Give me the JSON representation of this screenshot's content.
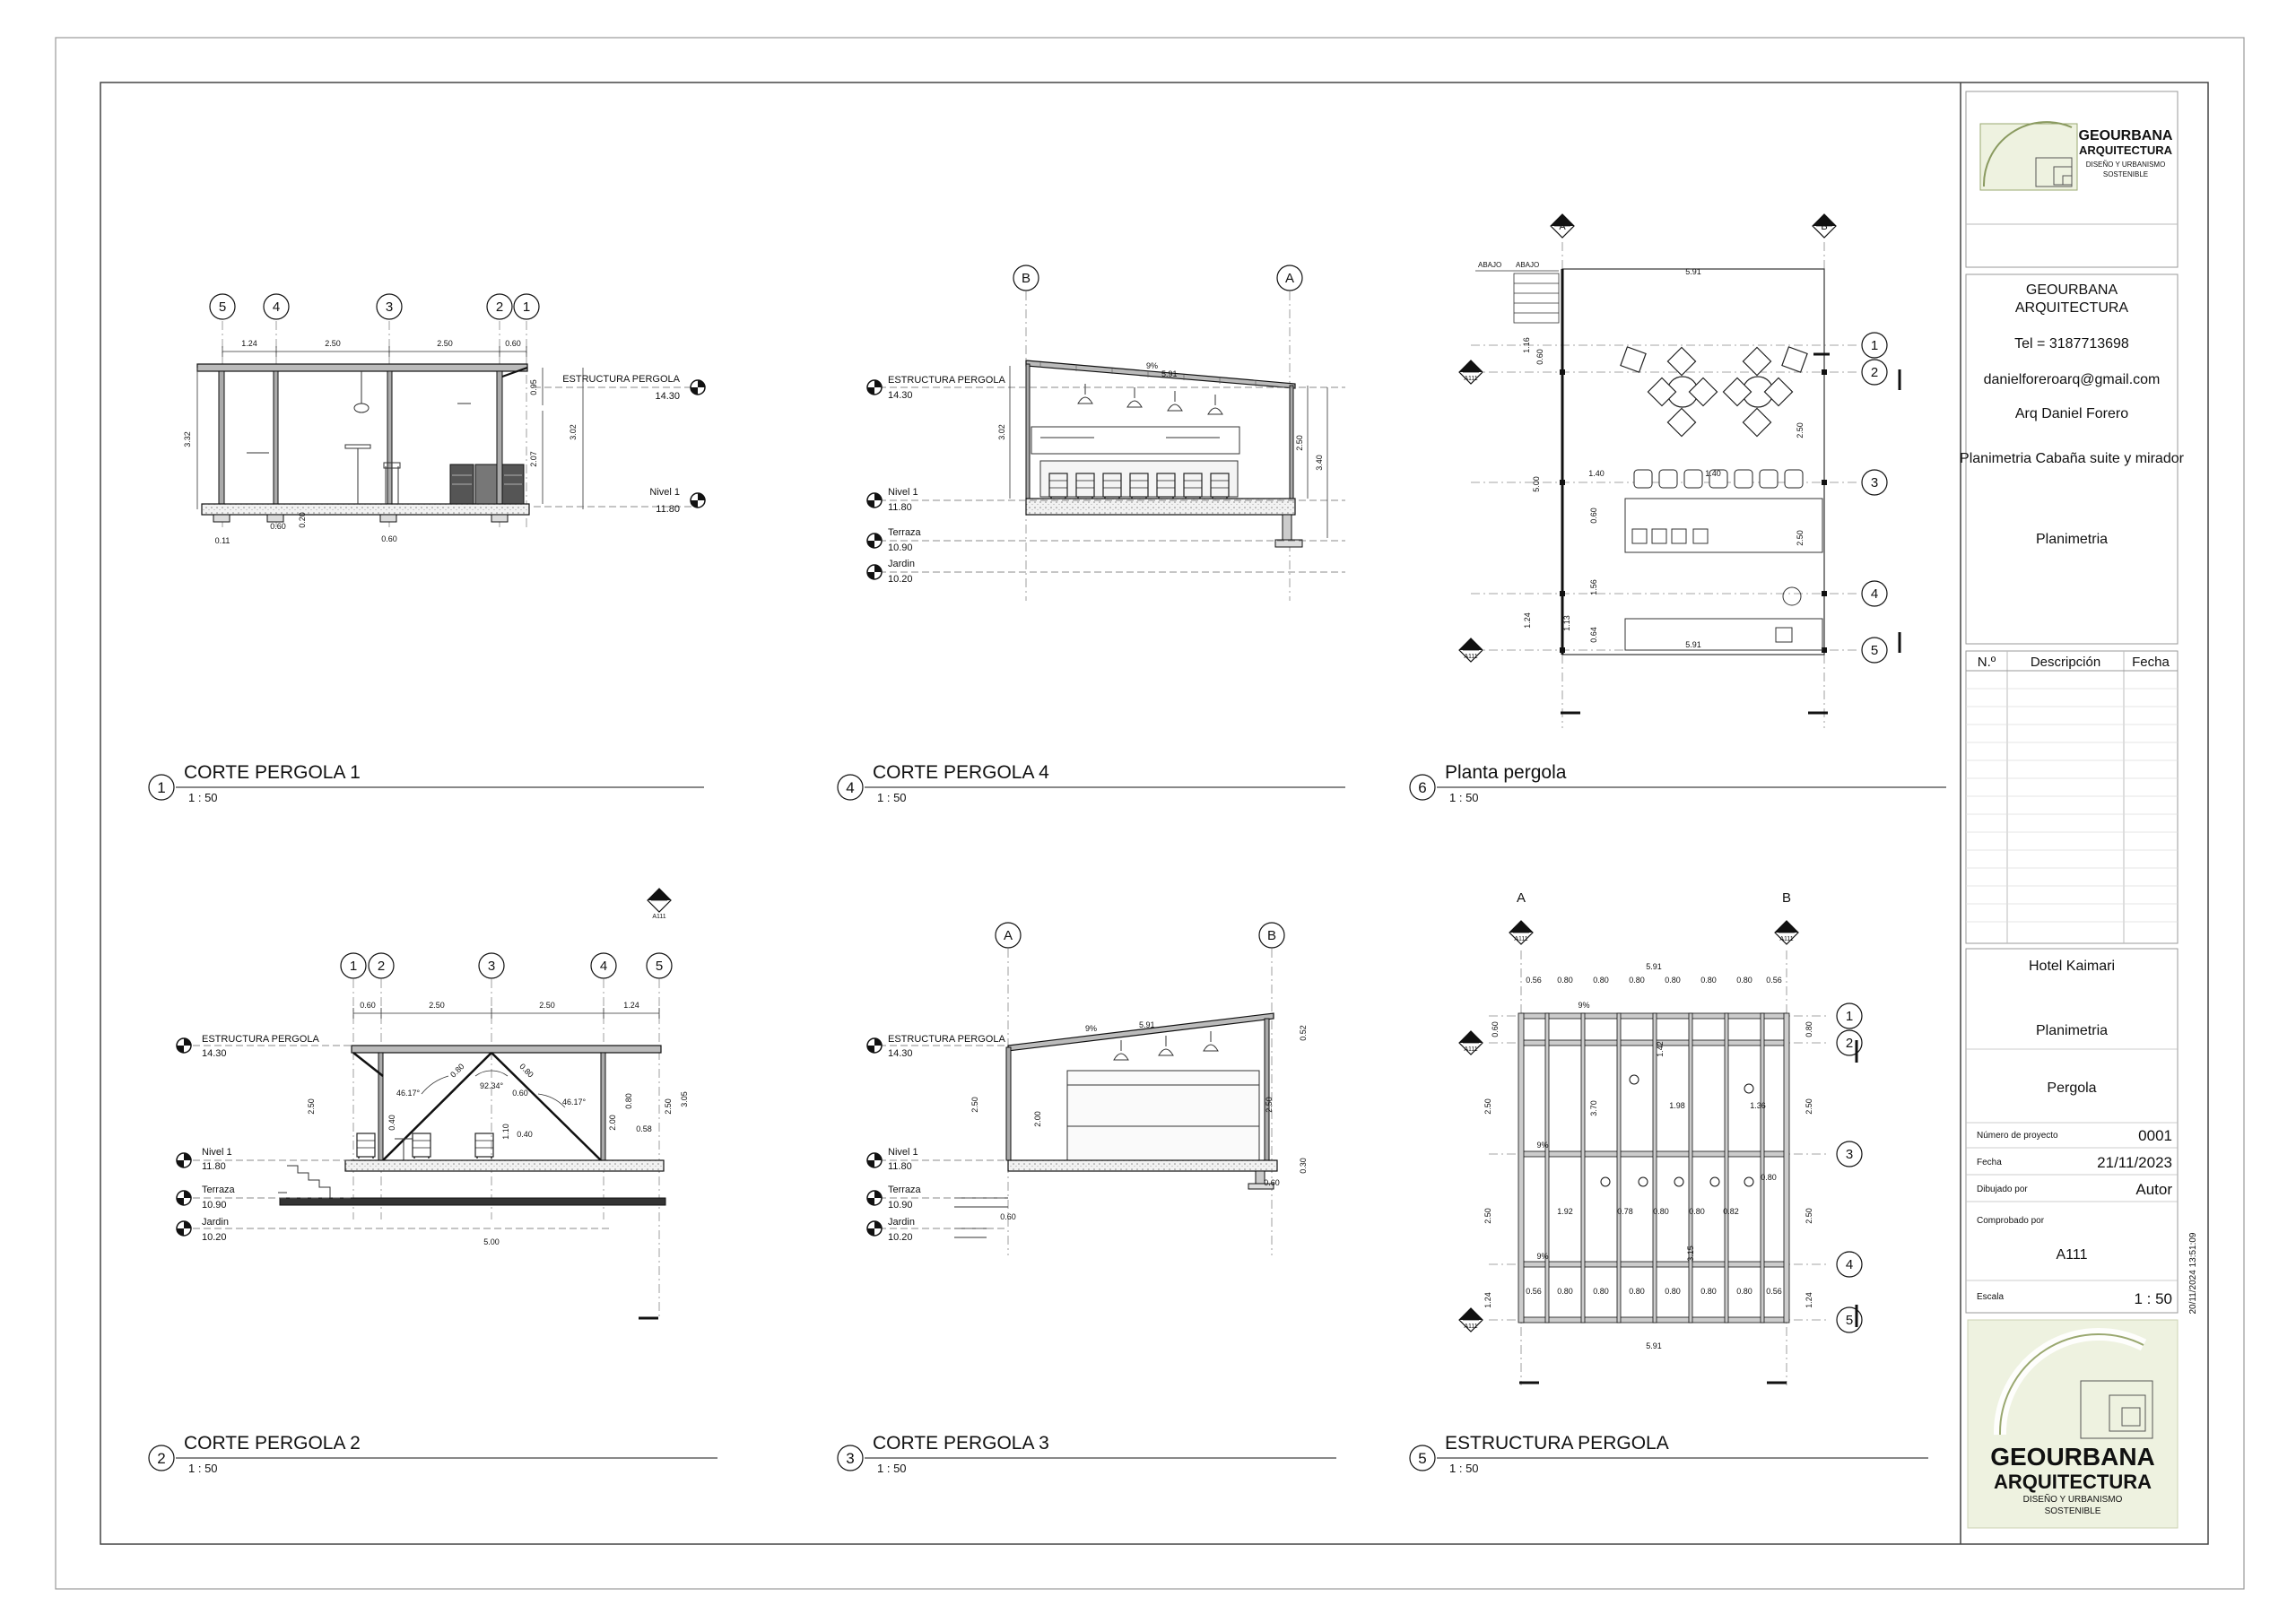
{
  "title_block": {
    "logo_top": {
      "line1": "GEOURBANA",
      "line2": "ARQUITECTURA",
      "line3": "DISEÑO Y URBANISMO",
      "line4": "SOSTENIBLE"
    },
    "company": {
      "line1": "GEOURBANA",
      "line2": "ARQUITECTURA"
    },
    "tel": "Tel = 3187713698",
    "email": "danielforeroarq@gmail.com",
    "architect": "Arq Daniel  Forero",
    "project_desc": "Planimetria Cabaña suite y mirador",
    "sheet_subject": "Planimetria",
    "revisions": {
      "col_no": "N.º",
      "col_desc": "Descripción",
      "col_date": "Fecha"
    },
    "client": "Hotel Kaimari",
    "sheet_name": "Planimetria",
    "sheet_title": "Pergola",
    "project_number_label": "Número de proyecto",
    "project_number": "0001",
    "date_label": "Fecha",
    "date": "21/11/2023",
    "drawn_by_label": "Dibujado por",
    "drawn_by": "Autor",
    "checked_by_label": "Comprobado por",
    "sheet_number": "A111",
    "scale_label": "Escala",
    "scale": "1 : 50",
    "timestamp": "20/11/2024 13:51:09",
    "logo_bottom": {
      "line1": "GEOURBANA",
      "line2": "ARQUITECTURA",
      "line3": "DISEÑO Y URBANISMO",
      "line4": "SOSTENIBLE"
    }
  },
  "views": {
    "v1": {
      "number": "1",
      "title": "CORTE PERGOLA 1",
      "scale": "1 : 50"
    },
    "v4": {
      "number": "4",
      "title": "CORTE PERGOLA 4",
      "scale": "1 : 50"
    },
    "v6": {
      "number": "6",
      "title": "Planta pergola",
      "scale": "1 : 50"
    },
    "v2": {
      "number": "2",
      "title": "CORTE PERGOLA 2",
      "scale": "1 : 50"
    },
    "v3": {
      "number": "3",
      "title": "CORTE PERGOLA 3",
      "scale": "1 : 50"
    },
    "v5": {
      "number": "5",
      "title": "ESTRUCTURA PERGOLA",
      "scale": "1 : 50"
    }
  },
  "levels": {
    "estructura": {
      "name": "ESTRUCTURA PERGOLA",
      "value": "14.30"
    },
    "nivel1": {
      "name": "Nivel 1",
      "value": "11.80"
    },
    "terraza": {
      "name": "Terraza",
      "value": "10.90"
    },
    "jardin": {
      "name": "Jardin",
      "value": "10.20"
    }
  },
  "grids": {
    "g1": "1",
    "g2": "2",
    "g3": "3",
    "g4": "4",
    "g5": "5",
    "gA": "A",
    "gB": "B"
  },
  "dims": {
    "d124": "1.24",
    "d250": "2.50",
    "d060": "0.60",
    "d332": "3.32",
    "d302": "3.02",
    "d207": "2.07",
    "d095": "0.95",
    "d011": "0.11",
    "d020": "0.20",
    "d591": "5.91",
    "d340": "3.40",
    "d9pct": "9%",
    "d500": "5.00",
    "d116": "1.16",
    "d140": "1.40",
    "d156": "1.56",
    "d113": "1.13",
    "d064": "0.64",
    "d305": "3.05",
    "d200": "2.00",
    "d080": "0.80",
    "d058": "0.58",
    "d040": "0.40",
    "d110": "1.10",
    "d052": "0.52",
    "d030": "0.30",
    "d056": "0.56",
    "d370": "3.70",
    "d198": "1.98",
    "d136": "1.36",
    "d192": "1.92",
    "d078": "0.78",
    "d082": "0.82",
    "d315": "3.15",
    "d142": "1.42",
    "a1": "46.17°",
    "a2": "92.34°",
    "a3": "46.17°"
  },
  "notes": {
    "abajo": "ABAJO",
    "ref_sheet": "A111",
    "ref3": "3",
    "ref4": "4",
    "ref2": "2",
    "ref1": "1"
  }
}
